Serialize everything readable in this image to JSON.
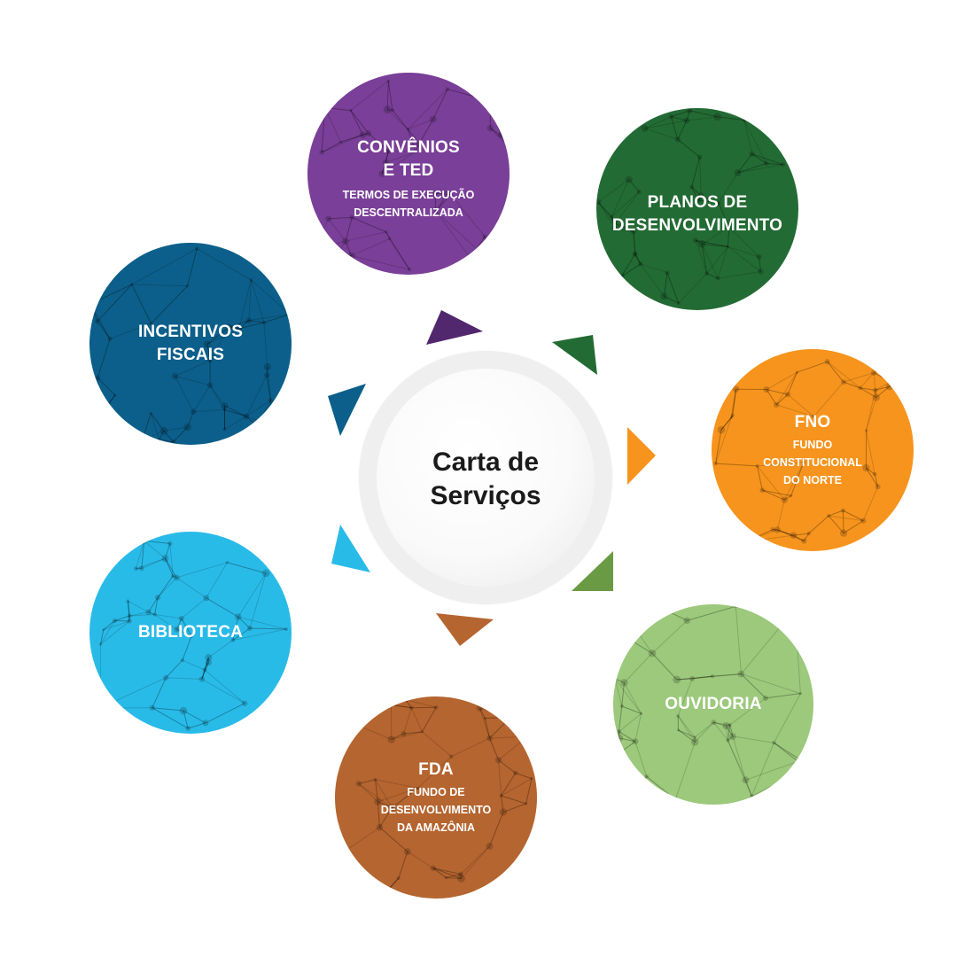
{
  "center": {
    "title": "Carta de Serviços"
  },
  "services": [
    {
      "key": "convenios",
      "title_lines": [
        "CONVÊNIOS",
        "E TED"
      ],
      "subtitle_lines": [
        "TERMOS DE EXECUÇÃO",
        "DESCENTRALIZADA"
      ],
      "color": "#7a3f98"
    },
    {
      "key": "planos",
      "title_lines": [
        "PLANOS DE",
        "DESENVOLVIMENTO"
      ],
      "subtitle_lines": [],
      "color": "#236b34"
    },
    {
      "key": "fno",
      "title_lines": [
        "FNO"
      ],
      "subtitle_lines": [
        "FUNDO",
        "CONSTITUCIONAL",
        "DO NORTE"
      ],
      "color": "#f7941d"
    },
    {
      "key": "ouvidoria",
      "title_lines": [
        "OUVIDORIA"
      ],
      "subtitle_lines": [],
      "color": "#9cc97b"
    },
    {
      "key": "fda",
      "title_lines": [
        "FDA"
      ],
      "subtitle_lines": [
        "FUNDO DE",
        "DESENVOLVIMENTO",
        "DA AMAZÔNIA"
      ],
      "color": "#b5652f"
    },
    {
      "key": "biblioteca",
      "title_lines": [
        "BIBLIOTECA"
      ],
      "subtitle_lines": [],
      "color": "#29bbe8"
    },
    {
      "key": "incentivos",
      "title_lines": [
        "INCENTIVOS",
        "FISCAIS"
      ],
      "subtitle_lines": [],
      "color": "#0c5f8a"
    }
  ],
  "arrow_colors": [
    "#51276e",
    "#236b34",
    "#f7941d",
    "#6a9a43",
    "#b5652f",
    "#29bbe8",
    "#0c5f8a"
  ]
}
